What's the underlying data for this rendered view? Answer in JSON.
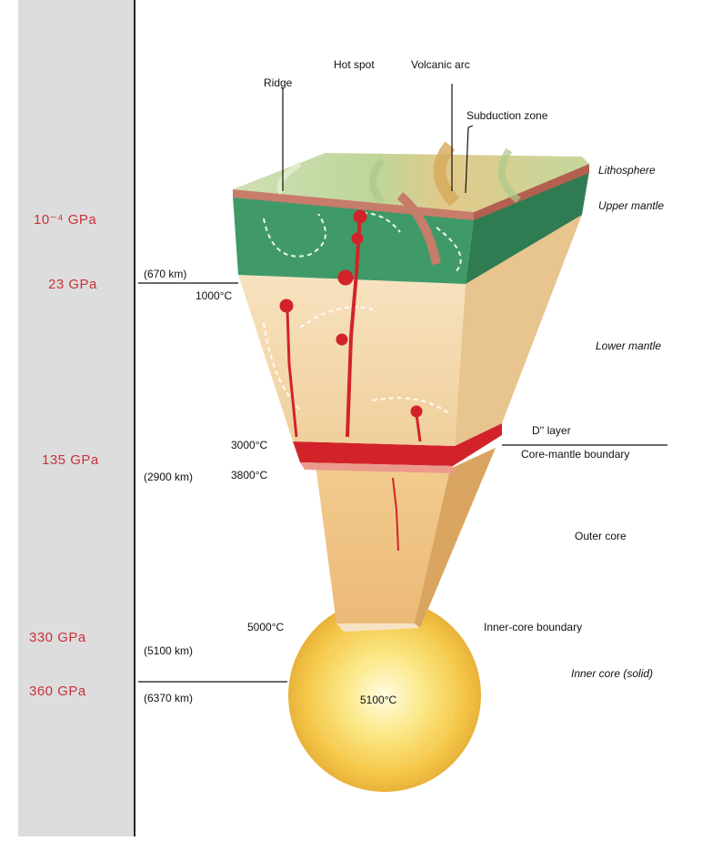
{
  "pressures": {
    "p1": "10⁻⁴ GPa",
    "p2": "23 GPa",
    "p3": "135 GPa",
    "p4": "330 GPa",
    "p5": "360 GPa"
  },
  "depths": {
    "d1": "(670 km)",
    "d2": "(2900 km)",
    "d3": "(5100 km)",
    "d4": "(6370 km)"
  },
  "temperatures": {
    "t1": "1000°C",
    "t2": "3000°C",
    "t3": "3800°C",
    "t4": "5000°C",
    "t5": "5100°C"
  },
  "features": {
    "ridge": "Ridge",
    "hotspot": "Hot spot",
    "volcanic_arc": "Volcanic arc",
    "subduction_zone": "Subduction zone"
  },
  "layers": {
    "lithosphere": "Lithosphere",
    "upper_mantle": "Upper mantle",
    "lower_mantle": "Lower mantle",
    "d_layer": "D'' layer",
    "core_mantle_boundary": "Core-mantle boundary",
    "outer_core": "Outer core",
    "inner_core_boundary": "Inner-core boundary",
    "inner_core": "Inner core (solid)"
  },
  "colors": {
    "pressure_text": "#c8323a",
    "left_panel": "#dddddd",
    "upper_mantle": "#3f9a68",
    "lower_mantle": "#f2d8b0",
    "outer_core": "#f0c386",
    "plume": "#d2232a",
    "inner_core": "#f7cf4a"
  }
}
